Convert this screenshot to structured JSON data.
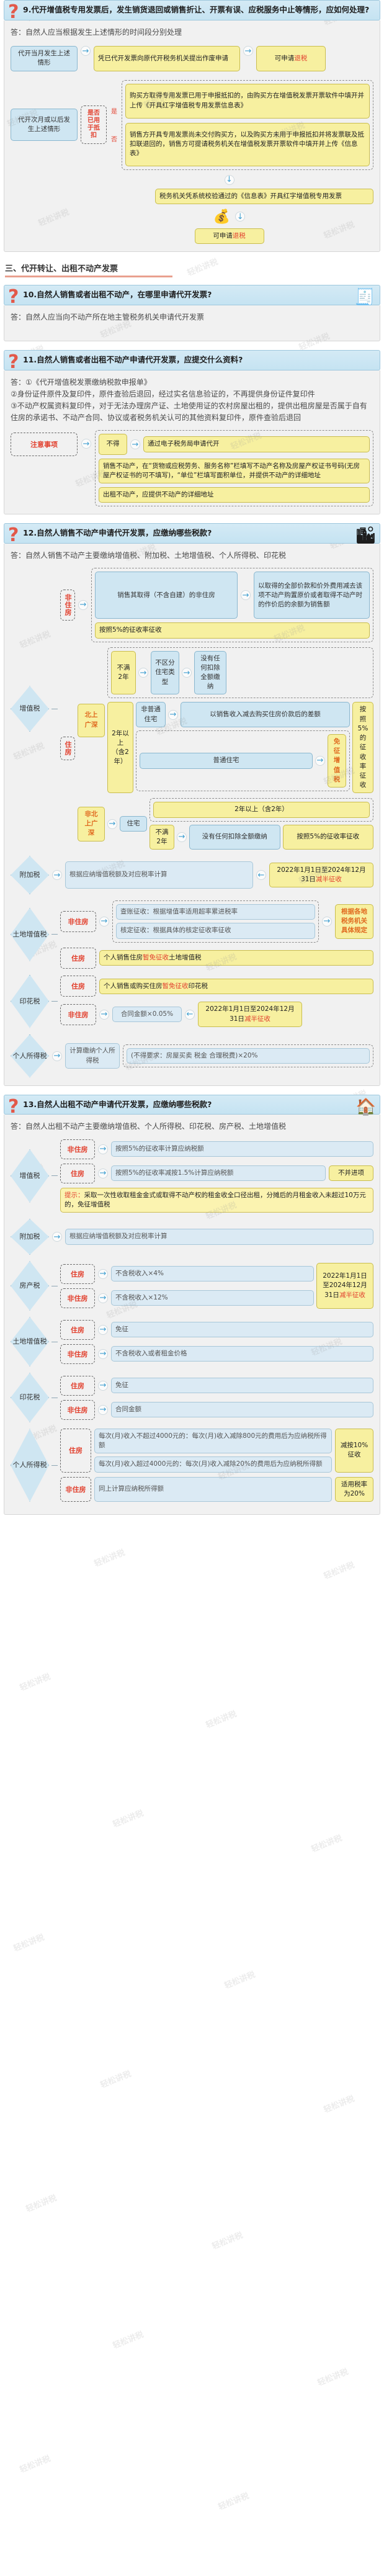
{
  "watermark": "轻松讲税",
  "q9": {
    "number_title": "9.代开增值税专用发票后，发生销货退回或销售折让、开票有误、应税服务中止等情形，应如何处理?",
    "answer": "答：自然人应当根据发生上述情形的时间段分别处理",
    "row1": {
      "cond": "代开当月发生上述情形",
      "action": "凭已代开发票向原代开税务机关提出作废申请",
      "result": "可申请",
      "result_red": "退税"
    },
    "row2": {
      "cond": "代开次月或以后发生上述情形",
      "decision": "是否已用于抵扣",
      "yes": "是",
      "no": "否",
      "yes_branch": "购买方取得专用发票已用于申报抵扣的，由购买方在增值税发票开票软件中填开并上传《开具红字增值税专用发票信息表》",
      "no_branch": "销售方开具专用发票尚未交付购买方，以及购买方未用于申报抵扣并将发票联及抵扣联退回的，销售方可提请税务机关在增值税发票开票软件中填开并上传《信息表》",
      "step2": "税务机关凭系统校验通过的《信息表》开具红字增值税专用发票",
      "step3": "可申请",
      "step3_red": "退税"
    }
  },
  "section3": {
    "title": "三、代开转让、出租不动产发票"
  },
  "q10": {
    "number_title": "10.自然人销售或者出租不动产，在哪里申请代开发票?",
    "answer": "答：自然人应当向不动产所在地主管税务机关申请代开发票"
  },
  "q11": {
    "number_title": "11.自然人销售或者出租不动产申请代开发票，应提交什么资料?",
    "answer_line1": "答：①《代开增值税发票缴纳税款申报单》",
    "answer_line2": "②身份证件原件及复印件，原件查验后退回，经过实名信息验证的，不再提供身份证件复印件",
    "answer_line3": "③不动产权属资料复印件，对于无法办理房产证、土地使用证的农村房屋出租的，提供出租房屋是否属于自有住房的承诺书、不动产合同、协议或者税务机关认可的其他资料复印件，原件查验后退回",
    "notice_label": "注意事项",
    "notice_items": [
      {
        "tag": "不得",
        "text": "通过电子税务局申请代开"
      },
      {
        "tag": "",
        "text": "销售不动产，在“货物或应税劳务、服务名称”栏填写不动产名称及房屋产权证书号码(无房屋产权证书的可不填写)，“单位”栏填写面积单位，并提供不动产的详细地址"
      },
      {
        "tag": "",
        "text": "出租不动产，应提供不动产的详细地址"
      }
    ]
  },
  "q12": {
    "number_title": "12.自然人销售不动产申请代开发票，应缴纳哪些税款?",
    "answer": "答：自然人销售不动产主要缴纳增值税、附加税、土地增值税、个人所得税、印花税",
    "vat": {
      "label": "增值税",
      "nonres_tag": "非住房",
      "nonres_a": "销售其取得（不含自建）的非住房",
      "nonres_b": "以取得的全部价款和价外费用减去该项不动产购置原价或者取得不动产时的作价后的余额为销售额",
      "nonres_c": "按照5%的征收率征收",
      "house_tag": "住房",
      "bsgs_tag": "北上广深",
      "bsgs_b1_cond": "不满2年",
      "bsgs_b1_mid": "不区分住宅类型",
      "bsgs_b1_calc": "没有任何扣除全额缴纳",
      "bsgs_rate": "按照5%的征收率征收",
      "bsgs_b2_cond": "2年以上（含2年）",
      "bsgs_b2_t1": "非普通住宅",
      "bsgs_b2_t1_calc": "以销售收入减去购买住房价款后的差额",
      "bsgs_b2_t2": "普通住宅",
      "exempt_vat": "免征增值税",
      "nonbsgs_tag": "非北上广深",
      "nonbsgs_mid": "住宅",
      "nonbsgs_b1": "2年以上（含2年）",
      "nonbsgs_b2_cond": "不满2年",
      "nonbsgs_b2_calc": "没有任何扣除全额缴纳",
      "nonbsgs_b2_rate": "按照5%的征收率征收"
    },
    "surtax": {
      "label": "附加税",
      "calc": "根据应纳增值税额及对应税率计算",
      "period": "2022年1月1日至2024年12月31日",
      "period_red": "减半征收"
    },
    "lvat": {
      "label": "土地增值税",
      "nonres_tag": "非住房",
      "item1": "查账征收：根据增值率适用超率累进税率",
      "item2": "核定征收：根据具体的核定征收率征收",
      "note": "根据各地税务机关具体规定",
      "house_tag": "住房",
      "house_text_a": "个人销售住房",
      "house_text_red": "暂免征收",
      "house_text_b": "土地增值税"
    },
    "stamp": {
      "label": "印花税",
      "house_tag": "住房",
      "house_text_a": "个人销售或购买住房",
      "house_text_red": "暂免征收",
      "house_text_b": "印花税",
      "nonres_tag": "非住房",
      "nonres_calc": "合同金额×0.05%",
      "period": "2022年1月1日至2024年12月31日",
      "period_red": "减半征收"
    },
    "iit": {
      "label": "个人所得税",
      "calc": "计算缴纳个人所得税",
      "note": "(不得要求：房屋买卖 税金 合理税费)×20%"
    }
  },
  "q13": {
    "number_title": "13.自然人出租不动产申请代开发票，应缴纳哪些税款?",
    "answer": "答：自然人出租不动产主要缴纳增值税、个人所得税、印花税、房产税、土地增值税",
    "vat": {
      "label": "增值税",
      "nonres_tag": "非住房",
      "nonres_calc": "按照5%的征收率计算应纳税额",
      "house_tag": "住房",
      "house_calc": "按照5%的征收率减按1.5%计算应纳税额",
      "no_surtax": "不并进项",
      "note_label": "提示：",
      "note_text": "采取一次性收取租金金式或取得不动产权的租金收全口径出租，分摊后的月租金收入未超过10万元的，免征增值税",
      "note_red": "未超过10万元的，免征增值税"
    },
    "surtax": {
      "label": "附加税",
      "calc": "根据应纳增值税额及对应税率计算"
    },
    "house_tax": {
      "label": "房产税",
      "house_tag": "住房",
      "house_calc": "不含税收入×4%",
      "nonres_tag": "非住房",
      "nonres_calc": "不含税收入×12%"
    },
    "lvat": {
      "label": "土地增值税",
      "house_tag": "住房",
      "house_text": "免征",
      "nonres_tag": "非住房",
      "nonres_text": "不含税收入或者租金价格"
    },
    "stamp": {
      "label": "印花税",
      "house_tag": "住房",
      "house_text": "免征",
      "nonres_tag": "非住房",
      "nonres_text": "合同金额"
    },
    "period": "2022年1月1日至2024年12月31日",
    "period_red": "减半征收",
    "iit": {
      "label": "个人所得税",
      "branch_tag": "住房",
      "text1": "每次(月)收入不超过4000元的：每次(月)收入减除800元的费用后为应纳税所得额",
      "text2": "每次(月)收入超过4000元的：每次(月)收入减除20%的费用后为应纳税所得额",
      "rate1": "减按10%征收",
      "branch_tag2": "非住房",
      "text3": "同上计算应纳税所得额",
      "rate2": "适用税率为20%"
    }
  }
}
